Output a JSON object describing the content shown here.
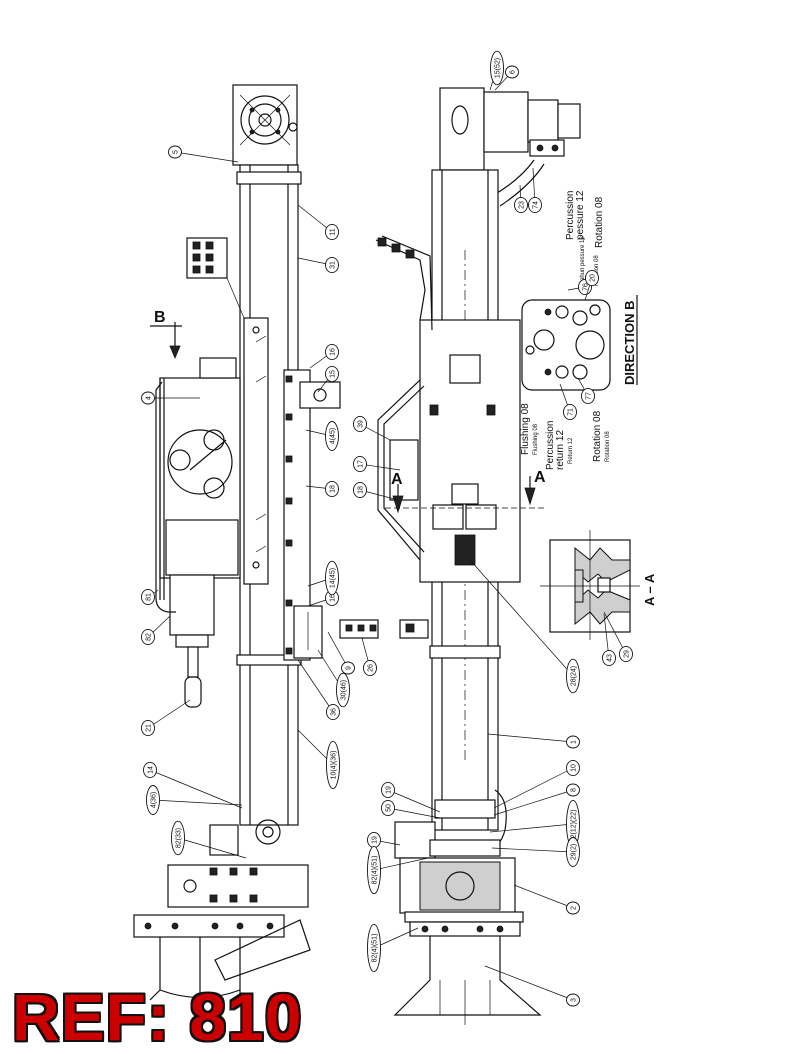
{
  "ref_label": "REF: 810",
  "view_labels": {
    "direction_b": "DIRECTION  B",
    "section_aa": "A – A",
    "arrow_b": "B",
    "arrow_a_left": "A",
    "arrow_a_right": "A"
  },
  "port_labels": {
    "percussion_pressure": "Percussion\npessure 12",
    "rotation_top": "Rotation 08",
    "flushing": "Flushing 08",
    "percussion_return": "Percussion\nreturn 12",
    "rotation_bottom": "Rotation 08"
  },
  "left_view_callouts": [
    "5",
    "11",
    "31",
    "16",
    "15",
    "4(45)",
    "18",
    "4",
    "16",
    "14(45)",
    "9",
    "26",
    "81",
    "82",
    "21",
    "30(46)",
    "36",
    "10(4)(36)",
    "14",
    "4(36)",
    "82(33)"
  ],
  "right_view_callouts": [
    "6",
    "15(52)",
    "23",
    "74",
    "39",
    "17",
    "18",
    "76",
    "77",
    "20",
    "71",
    "29",
    "43",
    "28(24)",
    "1",
    "10",
    "8",
    "19",
    "50",
    "2(12)(22)",
    "29(2)",
    "19",
    "82(4)(51)",
    "2",
    "3",
    "82(4)(51)"
  ],
  "colors": {
    "ref_fill": "#cc0000",
    "ref_outline": "#111111",
    "line": "#111111"
  }
}
